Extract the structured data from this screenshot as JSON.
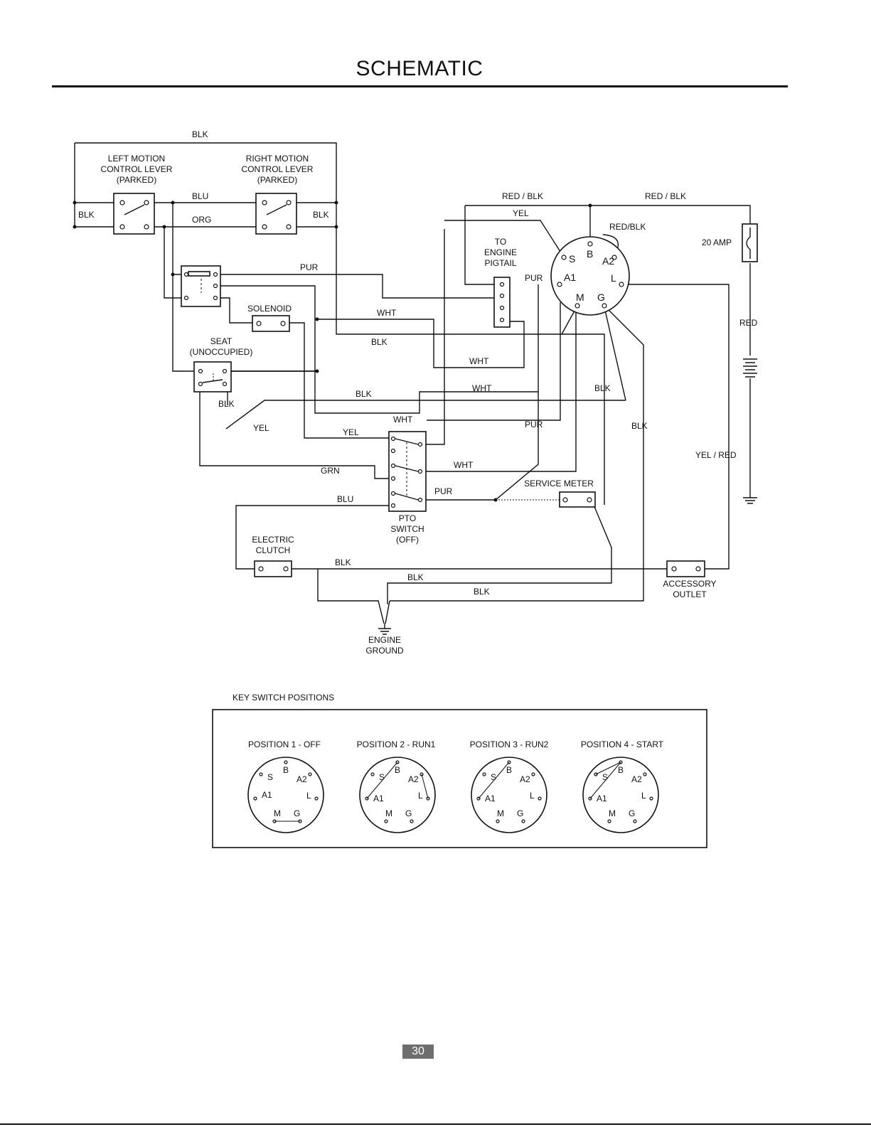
{
  "page": {
    "title": "SCHEMATIC",
    "page_number": "30"
  },
  "components": {
    "left_lever": [
      "LEFT MOTION",
      "CONTROL LEVER",
      "(PARKED)"
    ],
    "right_lever": [
      "RIGHT MOTION",
      "CONTROL LEVER",
      "(PARKED)"
    ],
    "solenoid": "SOLENOID",
    "seat": [
      "SEAT",
      "(UNOCCUPIED)"
    ],
    "engine_pigtail": [
      "TO",
      "ENGINE",
      "PIGTAIL"
    ],
    "fuse": "20 AMP",
    "service_meter": "SERVICE METER",
    "pto_switch": [
      "PTO",
      "SWITCH",
      "(OFF)"
    ],
    "electric_clutch": [
      "ELECTRIC",
      "CLUTCH"
    ],
    "accessory_outlet": [
      "ACCESSORY",
      "OUTLET"
    ],
    "engine_ground": [
      "ENGINE",
      "GROUND"
    ]
  },
  "wires": {
    "blk_top": "BLK",
    "blk_left": "BLK",
    "blk_right": "BLK",
    "blu_top": "BLU",
    "org": "ORG",
    "pur_top": "PUR",
    "wht_1": "WHT",
    "blk_2": "BLK",
    "wht_2": "WHT",
    "wht_3": "WHT",
    "blk_3": "BLK",
    "blk_seat": "BLK",
    "yel_seat": "YEL",
    "wht_4": "WHT",
    "yel_pto": "YEL",
    "grn": "GRN",
    "wht_5": "WHT",
    "pur_pto": "PUR",
    "blu_pto": "BLU",
    "pur_mid": "PUR",
    "blk_mid_right": "BLK",
    "blk_right_vert": "BLK",
    "red_blk_1": "RED / BLK",
    "red_blk_2": "RED / BLK",
    "red_blk_3": "RED/BLK",
    "yel_top": "YEL",
    "pur_a1": "PUR",
    "red": "RED",
    "yel_red": "YEL / RED",
    "blk_clutch": "BLK",
    "blk_lower_1": "BLK",
    "blk_lower_2": "BLK"
  },
  "key_switch": {
    "pins": [
      "S",
      "B",
      "A2",
      "A1",
      "L",
      "M",
      "G"
    ]
  },
  "key_switch_positions": {
    "heading": "KEY SWITCH POSITIONS",
    "positions": [
      {
        "label": "POSITION 1 - OFF"
      },
      {
        "label": "POSITION 2 - RUN1"
      },
      {
        "label": "POSITION 3 - RUN2"
      },
      {
        "label": "POSITION 4 - START"
      }
    ]
  }
}
